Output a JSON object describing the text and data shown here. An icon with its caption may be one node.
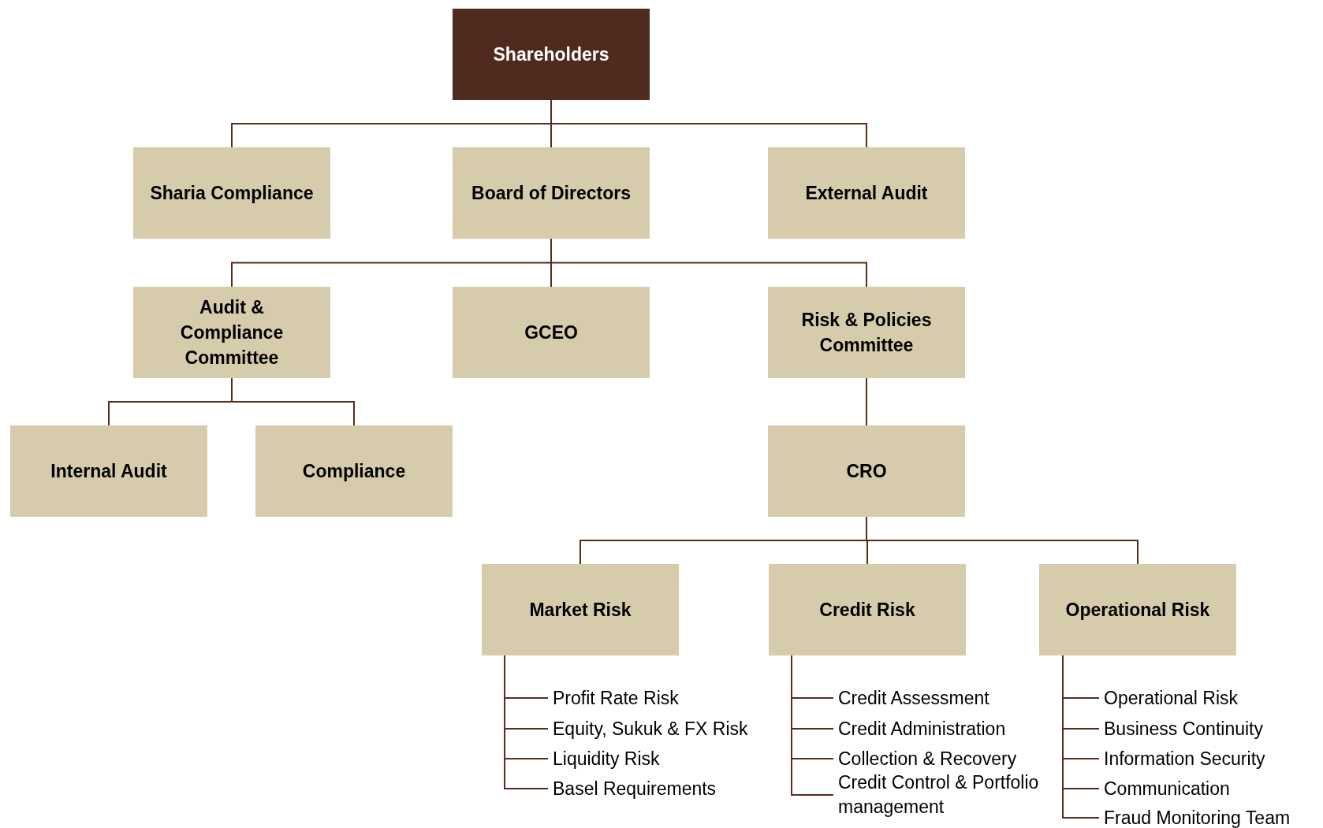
{
  "diagram": {
    "nodes": [
      {
        "text": [
          "Shareholders"
        ]
      },
      {
        "text": [
          "Sharia Compliance"
        ]
      },
      {
        "text": [
          "Board of Directors"
        ]
      },
      {
        "text": [
          "External Audit"
        ]
      },
      {
        "text": [
          "Audit & Compliance Committee"
        ]
      },
      {
        "text": [
          "GCEO"
        ]
      },
      {
        "text": [
          "Risk & Policies Committee"
        ]
      },
      {
        "text": [
          "Internal Audit"
        ]
      },
      {
        "text": [
          "Compliance"
        ]
      },
      {
        "text": [
          "CRO"
        ]
      },
      {
        "text": [
          "Market Risk"
        ]
      },
      {
        "text": [
          "Credit Risk"
        ]
      },
      {
        "text": [
          "Operational Risk"
        ]
      },
      {
        "text": [
          "Profit Rate Risk"
        ]
      },
      {
        "text": [
          "Equity, Sukuk & FX Risk"
        ]
      },
      {
        "text": [
          "Liquidity Risk"
        ]
      },
      {
        "text": [
          "Basel Requirements"
        ]
      },
      {
        "text": [
          "Credit Assessment"
        ]
      },
      {
        "text": [
          "Credit Administration"
        ]
      },
      {
        "text": [
          "Collection & Recovery"
        ]
      },
      {
        "text": [
          "Credit Control & Portfolio management"
        ]
      },
      {
        "text": [
          "Operational Risk"
        ]
      },
      {
        "text": [
          "Business Continuity"
        ]
      },
      {
        "text": [
          "Information Security"
        ]
      },
      {
        "text": [
          "Communication"
        ]
      },
      {
        "text": [
          "Fraud Monitoring Team"
        ]
      }
    ],
    "edges": [
      {
        "from": 0,
        "to": 1,
        "arrow": "none"
      },
      {
        "from": 0,
        "to": 2,
        "arrow": "none"
      },
      {
        "from": 0,
        "to": 3,
        "arrow": "none"
      },
      {
        "from": 2,
        "to": 4,
        "arrow": "none"
      },
      {
        "from": 2,
        "to": 5,
        "arrow": "none"
      },
      {
        "from": 2,
        "to": 6,
        "arrow": "none"
      },
      {
        "from": 4,
        "to": 7,
        "arrow": "none"
      },
      {
        "from": 4,
        "to": 8,
        "arrow": "none"
      },
      {
        "from": 6,
        "to": 9,
        "arrow": "none"
      },
      {
        "from": 9,
        "to": 10,
        "arrow": "none"
      },
      {
        "from": 9,
        "to": 11,
        "arrow": "none"
      },
      {
        "from": 9,
        "to": 12,
        "arrow": "none"
      },
      {
        "from": 10,
        "to": 13,
        "arrow": "none"
      },
      {
        "from": 10,
        "to": 14,
        "arrow": "none"
      },
      {
        "from": 10,
        "to": 15,
        "arrow": "none"
      },
      {
        "from": 10,
        "to": 16,
        "arrow": "none"
      },
      {
        "from": 11,
        "to": 17,
        "arrow": "none"
      },
      {
        "from": 11,
        "to": 18,
        "arrow": "none"
      },
      {
        "from": 11,
        "to": 19,
        "arrow": "none"
      },
      {
        "from": 11,
        "to": 20,
        "arrow": "none"
      },
      {
        "from": 12,
        "to": 21,
        "arrow": "none"
      },
      {
        "from": 12,
        "to": 22,
        "arrow": "none"
      },
      {
        "from": 12,
        "to": 23,
        "arrow": "none"
      },
      {
        "from": 12,
        "to": 24,
        "arrow": "none"
      },
      {
        "from": 12,
        "to": 25,
        "arrow": "none"
      }
    ]
  }
}
